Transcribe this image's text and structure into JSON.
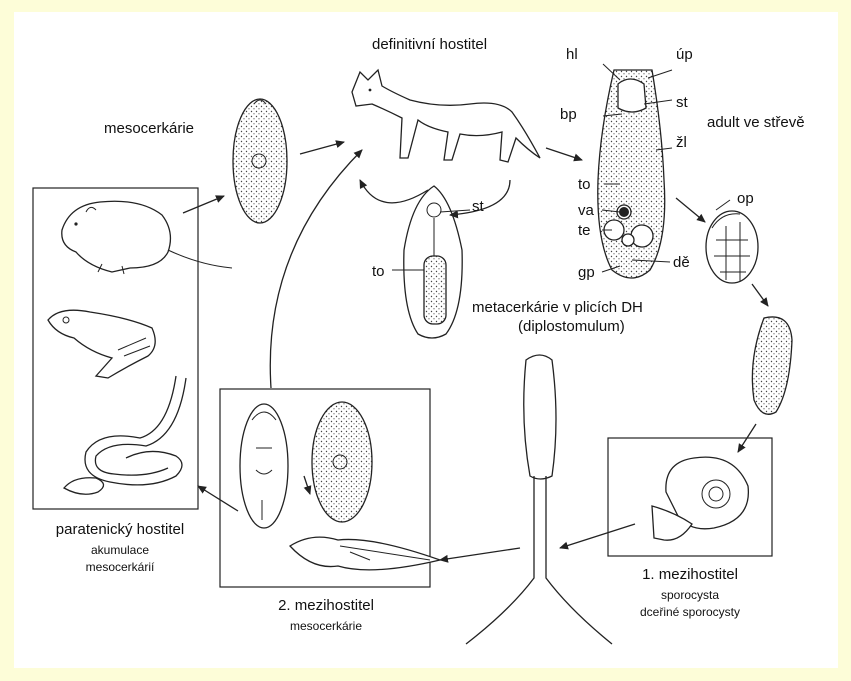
{
  "title": "definitivní hostitel",
  "stages": {
    "mesocercaria_top": "mesocerkárie",
    "adult": "adult ve střevě",
    "metacercaria": "metacerkárie v plicích DH",
    "metacercaria_sub": "(diplostomulum)",
    "paratenic": "paratenický hostitel",
    "paratenic_sub1": "akumulace",
    "paratenic_sub2": "mesocerkárií",
    "second_host": "2. mezihostitel",
    "second_host_sub": "mesocerkárie",
    "first_host": "1. mezihostitel",
    "first_host_sub1": "sporocysta",
    "first_host_sub2": "dceřiné sporocysty"
  },
  "adult_parts": {
    "hl": "hl",
    "up": "úp",
    "bp": "bp",
    "st": "st",
    "zl": "žl",
    "to": "to",
    "va": "va",
    "te": "te",
    "gp": "gp",
    "de": "dě"
  },
  "egg_label": "op",
  "meta_parts": {
    "st": "st",
    "to": "to"
  },
  "colors": {
    "background": "#fdfdd8",
    "panel": "#ffffff",
    "ink": "#222222"
  }
}
